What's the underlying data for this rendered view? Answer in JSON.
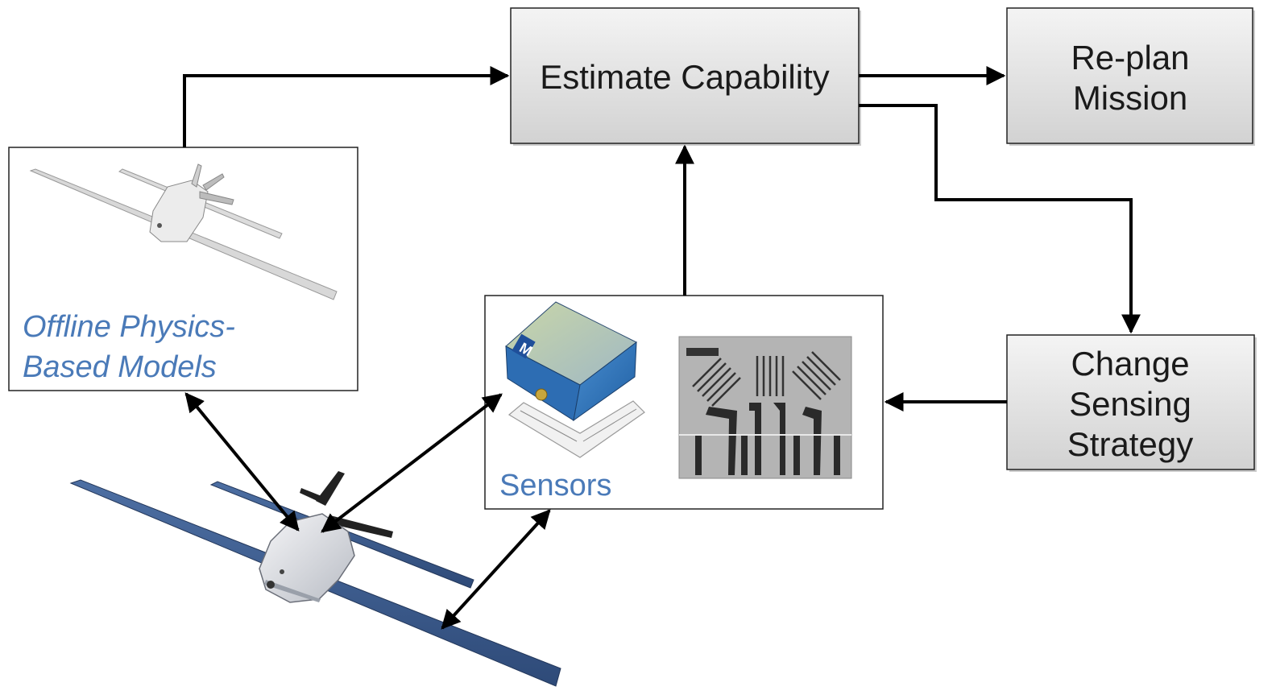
{
  "boxes": {
    "estimate": {
      "label": "Estimate Capability"
    },
    "replan": {
      "line1": "Re-plan",
      "line2": "Mission"
    },
    "change": {
      "line1": "Change",
      "line2": "Sensing",
      "line3": "Strategy"
    }
  },
  "panels": {
    "models": {
      "line1": "Offline Physics-",
      "line2": "Based Models"
    },
    "sensors": {
      "label": "Sensors"
    }
  },
  "colors": {
    "box_fill_top": "#f2f2f2",
    "box_fill_bottom": "#d4d4d4",
    "caption": "#4a7ab8",
    "arrow": "#000000",
    "uav_blue": "#3a5a8c"
  },
  "icons": [
    "uav-model-image",
    "uav-photo-image",
    "imu-sensor-image",
    "strain-gauge-image",
    "ruler-image"
  ]
}
